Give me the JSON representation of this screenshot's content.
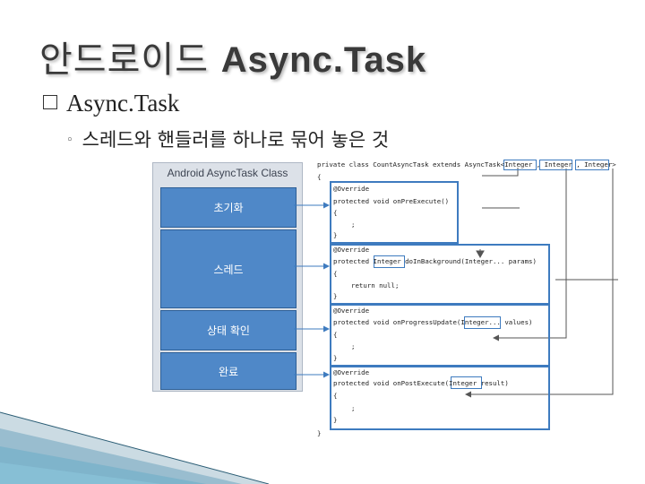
{
  "slide": {
    "title_ko": "안드로이드",
    "title_en": "Async.Task",
    "bullet1": "Async.Task",
    "bullet2": "스레드와 핸들러를 하나로 묶어 놓은 것"
  },
  "diagram": {
    "class_title": "Android AsyncTask Class",
    "blocks": [
      "초기화",
      "스레드",
      "상태 확인",
      "완료"
    ]
  },
  "code": {
    "lines": [
      "private class CountAsyncTask extends AsyncTask<Integer , Integer , Integer>",
      "{",
      "@Override",
      "protected void onPreExecute()",
      "{",
      ";",
      "}",
      "@Override",
      "protected Integer doInBackground(Integer... params)",
      "{",
      "return null;",
      "}",
      "@Override",
      "protected void onProgressUpdate(Integer... values)",
      "{",
      ";",
      "}",
      "@Override",
      "protected void onPostExecute(Integer result)",
      "{",
      ";",
      "}",
      "}"
    ]
  },
  "colors": {
    "accent_blue": "#3e7bbf",
    "block_blue": "#4f88c8",
    "title_gray": "#3a3a3a"
  }
}
